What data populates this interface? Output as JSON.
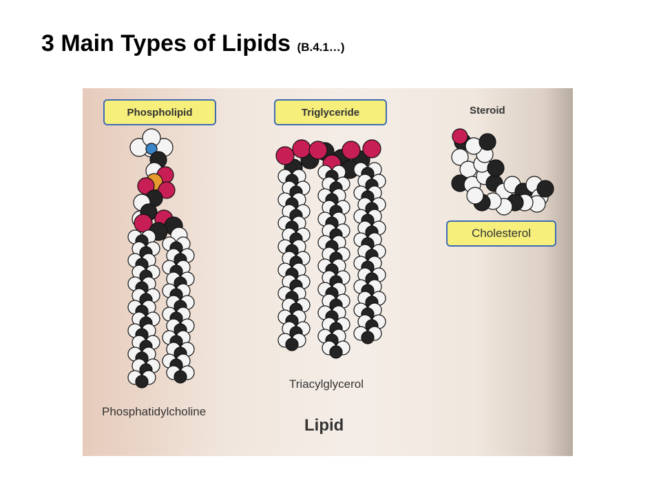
{
  "slide": {
    "title": "3 Main Types of Lipids",
    "title_ref": "(B.4.1…)"
  },
  "figure": {
    "labels": {
      "phospholipid": "Phospholipid",
      "triglyceride": "Triglyceride",
      "steroid": "Steroid",
      "cholesterol": "Cholesterol",
      "phosphatidylcholine": "Phosphatidylcholine",
      "triacylglycerol": "Triacylglycerol",
      "lipid": "Lipid"
    },
    "colors": {
      "carbon": "#232323",
      "hydrogen": "#f4f4f4",
      "oxygen": "#c81e56",
      "phosphorus": "#e79a2e",
      "nitrogen": "#3a86c8",
      "tag_fill": "#f6ef7c",
      "tag_border": "#3d6ab3"
    }
  }
}
